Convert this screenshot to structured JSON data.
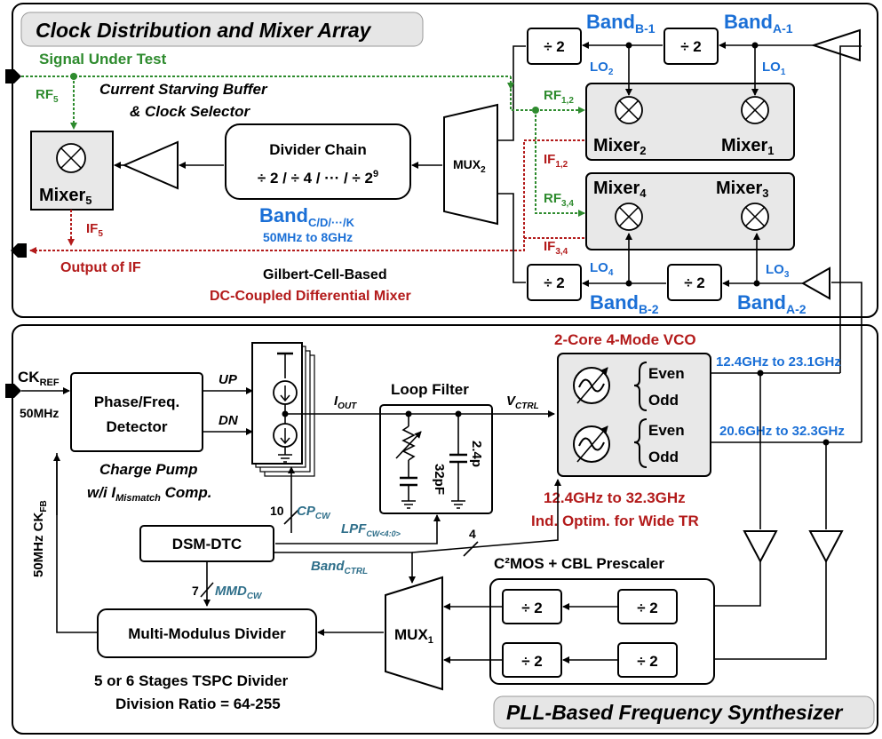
{
  "top_section": {
    "title": "Clock Distribution and Mixer Array",
    "signal_under_test": "Signal Under Test",
    "rf5": "RF",
    "rf5_sub": "5",
    "current_starving_line1": "Current Starving Buffer",
    "current_starving_line2": "& Clock Selector",
    "divider_chain_title": "Divider Chain",
    "divider_chain_ratios": "÷ 2 / ÷ 4 / ··· / ÷ 2",
    "divider_chain_exp": "9",
    "band_cdk": "Band",
    "band_cdk_sub": "C/D/···/K",
    "band_range": "50MHz to 8GHz",
    "mux2": "MUX",
    "mux2_sub": "2",
    "mixer5": "Mixer",
    "mixer5_sub": "5",
    "if5": "IF",
    "if5_sub": "5",
    "output_if": "Output of IF",
    "gilbert": "Gilbert-Cell-Based",
    "dc_coupled": "DC-Coupled Differential Mixer",
    "band_b1": "Band",
    "band_b1_sub": "B-1",
    "band_a1": "Band",
    "band_a1_sub": "A-1",
    "band_b2": "Band",
    "band_b2_sub": "B-2",
    "band_a2": "Band",
    "band_a2_sub": "A-2",
    "lo1": "LO",
    "lo1_sub": "1",
    "lo2": "LO",
    "lo2_sub": "2",
    "lo3": "LO",
    "lo3_sub": "3",
    "lo4": "LO",
    "lo4_sub": "4",
    "rf12": "RF",
    "rf12_sub": "1,2",
    "if12": "IF",
    "if12_sub": "1,2",
    "rf34": "RF",
    "rf34_sub": "3,4",
    "if34": "IF",
    "if34_sub": "3,4",
    "mixer1": "Mixer",
    "mixer1_sub": "1",
    "mixer2": "Mixer",
    "mixer2_sub": "2",
    "mixer3": "Mixer",
    "mixer3_sub": "3",
    "mixer4": "Mixer",
    "mixer4_sub": "4",
    "div2": "÷ 2"
  },
  "bottom_section": {
    "title": "PLL-Based Frequency Synthesizer",
    "ck_ref": "CK",
    "ck_ref_sub": "REF",
    "ck_ref_freq": "50MHz",
    "pfd_line1": "Phase/Freq.",
    "pfd_line2": "Detector",
    "up": "UP",
    "dn": "DN",
    "charge_pump_line1": "Charge Pump",
    "charge_pump_line2a": "w/i I",
    "charge_pump_line2_sub": "Mismatch",
    "charge_pump_line2b": " Comp.",
    "iout": "I",
    "iout_sub": "OUT",
    "loop_filter": "Loop Filter",
    "vctrl": "V",
    "vctrl_sub": "CTRL",
    "cap_32p": "32pF",
    "cap_2p4": "2.4p",
    "vco_title": "2-Core 4-Mode VCO",
    "even": "Even",
    "odd": "Odd",
    "vco_range": "12.4GHz to 32.3GHz",
    "vco_opt": "Ind. Optim. for Wide TR",
    "freq_low": "12.4GHz to 23.1GHz",
    "freq_high": "20.6GHz to 32.3GHz",
    "cp_cw_num": "10",
    "cp_cw": "CP",
    "cp_cw_sub": "CW",
    "lpf_cw": "LPF",
    "lpf_cw_sub": "CW<4:0>",
    "band_ctrl_num": "4",
    "band_ctrl": "Band",
    "band_ctrl_sub": "CTRL",
    "dsm_dtc": "DSM-DTC",
    "mmd_num": "7",
    "mmd_cw": "MMD",
    "mmd_cw_sub": "CW",
    "ck_fb": "50MHz CK",
    "ck_fb_sub": "FB",
    "mmd": "Multi-Modulus Divider",
    "mux1": "MUX",
    "mux1_sub": "1",
    "prescaler_title": "C²MOS + CBL Prescaler",
    "tspc_line1": "5 or 6 Stages TSPC Divider",
    "tspc_line2": "Division Ratio = 64-255",
    "div2": "÷ 2"
  },
  "colors": {
    "blue": "#1a6fd6",
    "red": "#b31b1b",
    "green": "#2e8b2e",
    "teal": "#2f6f8a"
  }
}
